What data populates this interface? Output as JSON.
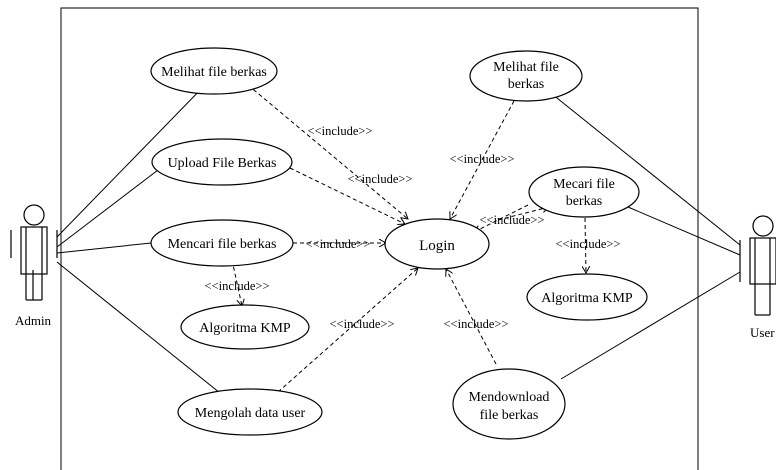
{
  "diagram": {
    "actors": {
      "admin": "Admin",
      "user": "User"
    },
    "use_cases": {
      "admin_view": [
        "Melihat file berkas"
      ],
      "admin_upload": [
        "Upload File Berkas"
      ],
      "admin_search": [
        "Mencari file berkas"
      ],
      "admin_kmp": [
        "Algoritma KMP"
      ],
      "admin_manage": [
        "Mengolah data user"
      ],
      "login": [
        "Login"
      ],
      "user_view": [
        "Melihat file",
        "berkas"
      ],
      "user_search": [
        "Mecari file",
        "berkas"
      ],
      "user_kmp": [
        "Algoritma KMP"
      ],
      "user_download": [
        "Mendownload",
        "file berkas"
      ]
    },
    "include_label": "<<include>>"
  }
}
